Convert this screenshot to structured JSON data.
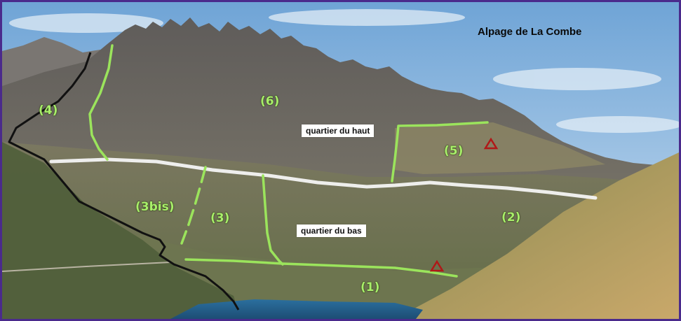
{
  "title": "Alpage de La Combe",
  "sectors": {
    "upper": "quartier du haut",
    "lower": "quartier du bas"
  },
  "zones": {
    "z1": "(1)",
    "z2": "(2)",
    "z3": "(3)",
    "z3bis": "(3bis)",
    "z4": "(4)",
    "z5": "(5)",
    "z6": "(6)"
  },
  "colors": {
    "boundary_line": "#9be45c",
    "outer_boundary": "#111111",
    "sector_divider": "#f4f4f4",
    "hut_marker": "#b01818",
    "frame": "#4a2a8c"
  },
  "icons": {
    "hut_marker": "red-triangle"
  }
}
